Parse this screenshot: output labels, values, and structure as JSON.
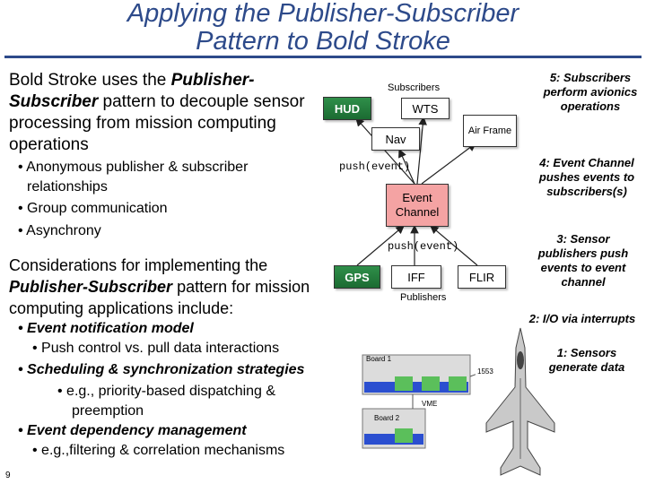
{
  "title": {
    "line1": "Applying the Publisher-Subscriber",
    "line2": "Pattern to Bold Stroke"
  },
  "left": {
    "intro_prefix": "Bold Stroke uses the ",
    "intro_em": "Publisher-Subscriber",
    "intro_suffix": " pattern to decouple sensor processing from mission computing operations",
    "bullets": [
      "Anonymous publisher & subscriber relationships",
      "Group communication",
      "Asynchrony"
    ],
    "considerations_prefix": "Considerations for implementing the ",
    "considerations_em": "Publisher-Subscriber",
    "considerations_suffix": " pattern for mission computing applications include:",
    "items": [
      {
        "label": "Event notification model",
        "sub": "Push control vs. pull data interactions"
      },
      {
        "label": "Scheduling & synchronization strategies",
        "sub": "e.g., priority-based dispatching & preemption"
      },
      {
        "label": "Event dependency management",
        "sub": "e.g.,filtering & correlation mechanisms"
      }
    ],
    "page_number": "9"
  },
  "diagram": {
    "subscribers_label": "Subscribers",
    "publishers_label": "Publishers",
    "hud": "HUD",
    "wts": "WTS",
    "nav": "Nav",
    "air_frame": "Air Frame",
    "push_event_top": "push(event)",
    "push_event_bottom": "push(event)",
    "event_channel": "Event Channel",
    "gps": "GPS",
    "iff": "IFF",
    "flir": "FLIR",
    "board1": "Board 1",
    "board2": "Board 2",
    "vme": "VME",
    "bus_1553": "1553"
  },
  "notes": {
    "n5": "5: Subscribers perform avionics operations",
    "n4": "4: Event Channel pushes events to subscribers(s)",
    "n3": "3: Sensor publishers push events to event channel",
    "n2": "2: I/O via interrupts",
    "n1": "1: Sensors generate data"
  },
  "colors": {
    "title": "#2d4a8a",
    "node_green": "#1b6b32",
    "event_channel": "#f4a3a3",
    "board_blue": "#2b4fd0"
  }
}
